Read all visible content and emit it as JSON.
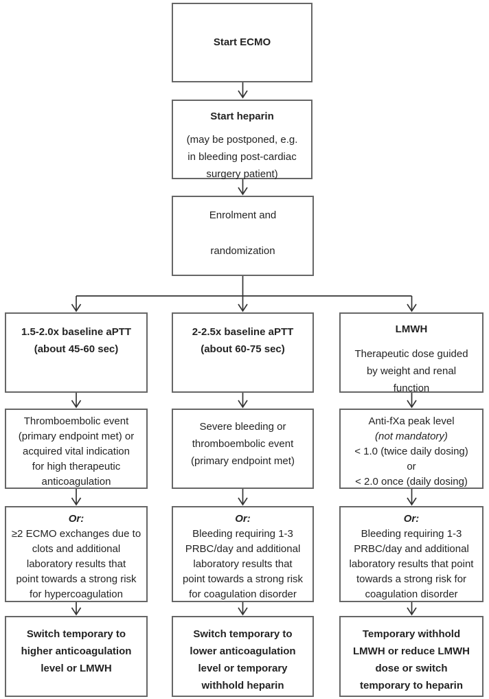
{
  "figure": {
    "type": "clinical-trial-flowchart",
    "colors": {
      "background": "#ffffff",
      "box_border": "#666666",
      "text": "#232323",
      "connector": "#333333"
    },
    "start_ecmo": {
      "title": "Start ECMO"
    },
    "start_heparin": {
      "title": "Start heparin",
      "body": "(may be postponed, e.g.\nin bleeding post-cardiac\nsurgery patient)"
    },
    "enrolment": {
      "body": "Enrolment and\n\nrandomization"
    },
    "arms": {
      "heparin_low": {
        "target": "1.5-2.0x baseline aPTT\n(about 45-60 sec)",
        "endpoint": "Thromboembolic event\n(primary endpoint met) or\nacquired vital indication\nfor high therapeutic\nanticoagulation",
        "or_label": "Or:",
        "or_criteria": "≥2 ECMO exchanges due to\nclots and additional\nlaboratory results that\npoint towards a strong risk\nfor hypercoagulation",
        "action": "Switch temporary to\nhigher anticoagulation\nlevel or LMWH"
      },
      "heparin_high": {
        "target": "2-2.5x baseline aPTT\n(about 60-75 sec)",
        "endpoint": "Severe bleeding or\nthromboembolic event\n(primary endpoint met)",
        "or_label": "Or:",
        "or_criteria": "Bleeding requiring 1-3\nPRBC/day and additional\nlaboratory results that\npoint towards a strong risk\nfor coagulation disorder",
        "action": "Switch temporary to\nlower anticoagulation\nlevel or temporary\nwithhold heparin"
      },
      "lmwh": {
        "target_title": "LMWH",
        "target_body": "Therapeutic dose guided\nby weight and renal\nfunction",
        "monitor_line1": "Anti-fXa peak level",
        "monitor_italic": "(not mandatory)",
        "monitor_rest": "< 1.0 (twice daily dosing)\nor\n< 2.0 once (daily dosing)",
        "or_label": "Or:",
        "or_criteria": "Bleeding requiring 1-3\nPRBC/day and additional\nlaboratory results that point\ntowards a strong risk for\ncoagulation disorder",
        "action": "Temporary withhold\nLMWH or reduce LMWH\ndose or switch\ntemporary to heparin"
      }
    }
  }
}
